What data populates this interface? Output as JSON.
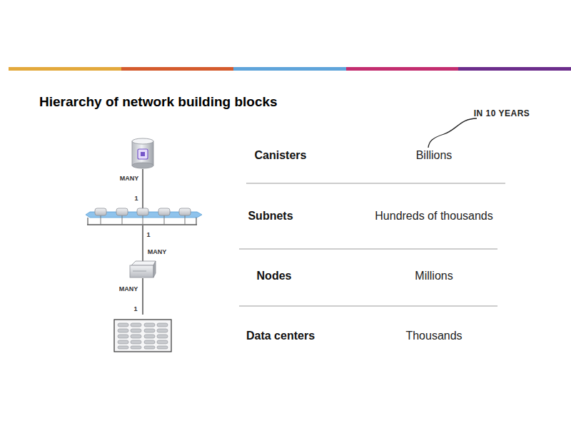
{
  "diagram": {
    "title": "Hierarchy of network building blocks",
    "labels": [
      "IN 10 YEARS",
      "Canisters",
      "Billions",
      "MANY",
      "1",
      "Subnets",
      "Hundreds of thousands",
      "1",
      "MANY",
      "Nodes",
      "Millions",
      "MANY",
      "1",
      "Data centers",
      "Thousands"
    ]
  }
}
